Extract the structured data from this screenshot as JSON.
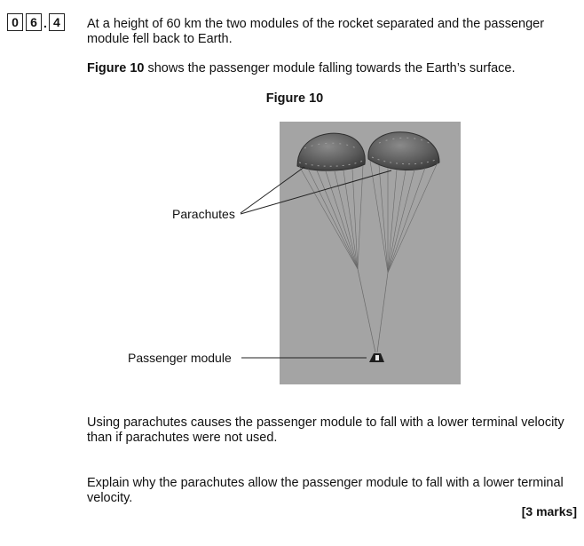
{
  "question_number": {
    "digits": [
      "0",
      "6",
      "4"
    ],
    "separator": "."
  },
  "intro": "At a height of 60 km the two modules of the rocket separated and the passenger module fell back to Earth.",
  "figure_ref": {
    "bold": "Figure 10",
    "rest": " shows the passenger module falling towards the Earth’s surface."
  },
  "figure": {
    "title": "Figure 10",
    "labels": {
      "parachutes": "Parachutes",
      "module": "Passenger module"
    }
  },
  "statement": "Using parachutes causes the passenger module to fall with a lower terminal velocity than if parachutes were not used.",
  "question": "Explain why the parachutes allow the passenger module to fall with a lower terminal velocity.",
  "marks": "[3 marks]"
}
